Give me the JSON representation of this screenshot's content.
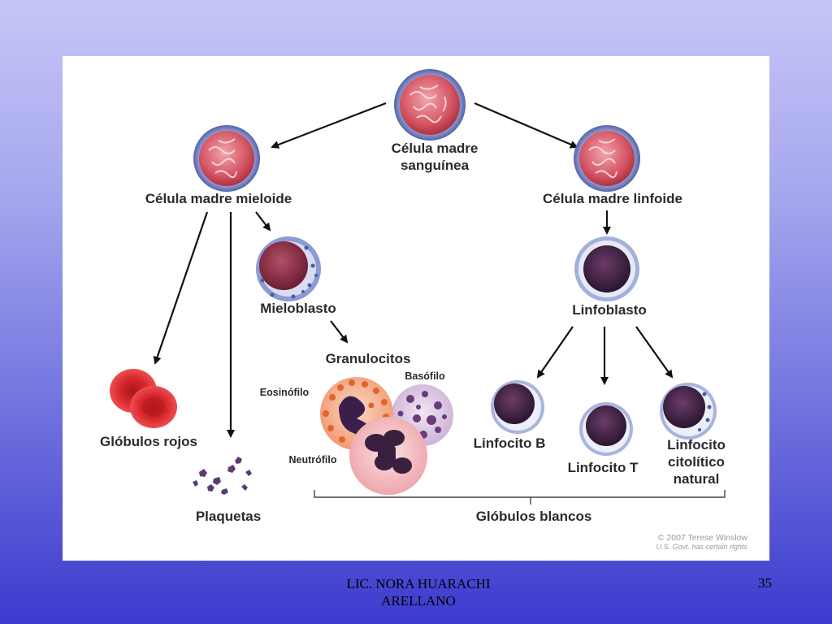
{
  "slide": {
    "author": "LIC. NORA HUARACHI ARELLANO",
    "page_number": "35"
  },
  "diagram": {
    "nodes": {
      "stem": {
        "label_line1": "Célula madre",
        "label_line2": "sanguínea"
      },
      "myeloid": {
        "label": "Célula madre mieloide"
      },
      "lymphoid": {
        "label": "Célula madre linfoide"
      },
      "myeloblast": {
        "label": "Mieloblasto"
      },
      "lymphoblast": {
        "label": "Linfoblasto"
      },
      "red_cells": {
        "label": "Glóbulos rojos"
      },
      "platelets": {
        "label": "Plaquetas"
      },
      "granulocytes": {
        "label": "Granulocitos"
      },
      "eosinophil": {
        "label": "Eosinófilo"
      },
      "basophil": {
        "label": "Basófilo"
      },
      "neutrophil": {
        "label": "Neutrófilo"
      },
      "b_cell": {
        "label": "Linfocito B"
      },
      "t_cell": {
        "label": "Linfocito T"
      },
      "nk_cell": {
        "label_line1": "Linfocito",
        "label_line2": "citolítico",
        "label_line3": "natural"
      },
      "white_cells": {
        "label": "Glóbulos blancos"
      }
    },
    "credit": {
      "line1": "© 2007 Terese Winslow",
      "line2": "U.S. Govt. has certain rights"
    }
  },
  "colors": {
    "stem_cell_body": "#c8424e",
    "stem_cell_rim": "#6f7fc6",
    "red_blood_cell": "#d7262b",
    "lymphocyte_nucleus": "#3a1f3f",
    "eosinophil_granules": "#e0652a",
    "basophil_granules": "#6a3c7c",
    "neutrophil_body": "#f3c6c9"
  }
}
